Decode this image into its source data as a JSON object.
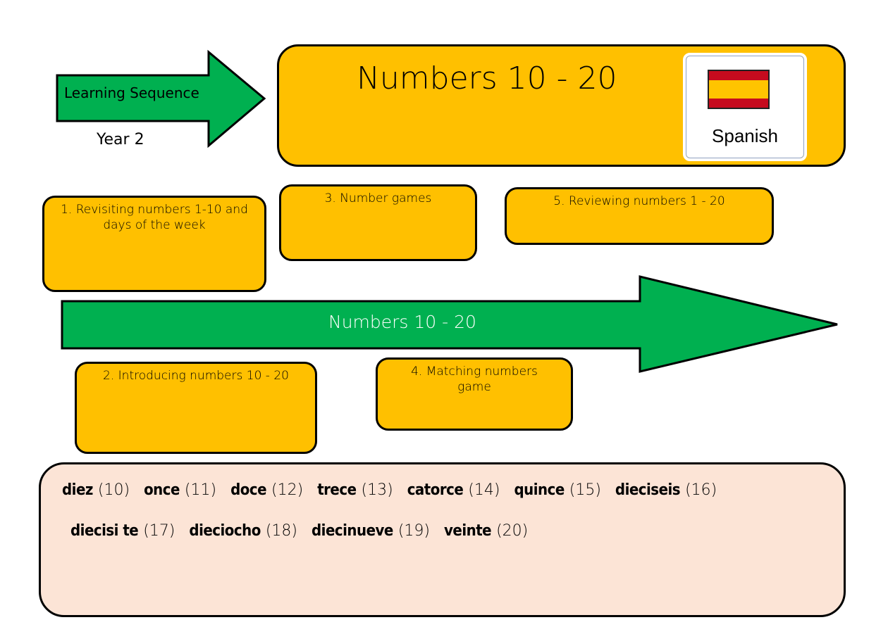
{
  "header": {
    "arrow_label": "Learning Sequence",
    "year": "Year 2",
    "title": "Numbers 10 - 20",
    "subject_badge": {
      "label": "Spanish",
      "icon": "spain-flag-icon"
    }
  },
  "lessons": [
    {
      "label": "1. Revisiting numbers   1-10 and days of the week"
    },
    {
      "label": "2. Introducing numbers   10 - 20"
    },
    {
      "label": "3. Number games"
    },
    {
      "label": "4. Matching numbers game"
    },
    {
      "label": "5. Reviewing numbers 1 - 20"
    }
  ],
  "timeline_arrow": {
    "label": "Numbers 10 - 20"
  },
  "vocabulary": {
    "line1": [
      {
        "word": "diez",
        "num": "(10)"
      },
      {
        "word": "once",
        "num": "(11)"
      },
      {
        "word": "doce",
        "num": "(12)"
      },
      {
        "word": "trece",
        "num": "(13)"
      },
      {
        "word": "catorce",
        "num": "(14)"
      },
      {
        "word": "quince",
        "num": "(15)"
      },
      {
        "word": "dieciseis",
        "num": "(16)"
      }
    ],
    "line2": [
      {
        "word": "diecisi te",
        "num": "(17)"
      },
      {
        "word": "dieciocho",
        "num": "(18)"
      },
      {
        "word": "diecinueve",
        "num": "(19)"
      },
      {
        "word": "veinte",
        "num": "(20)"
      }
    ]
  },
  "colors": {
    "card": "#ffc000",
    "arrow": "#00b050",
    "vocab_bg": "#fce4d6",
    "flag_red": "#c60b1e",
    "flag_yellow": "#ffc400"
  }
}
